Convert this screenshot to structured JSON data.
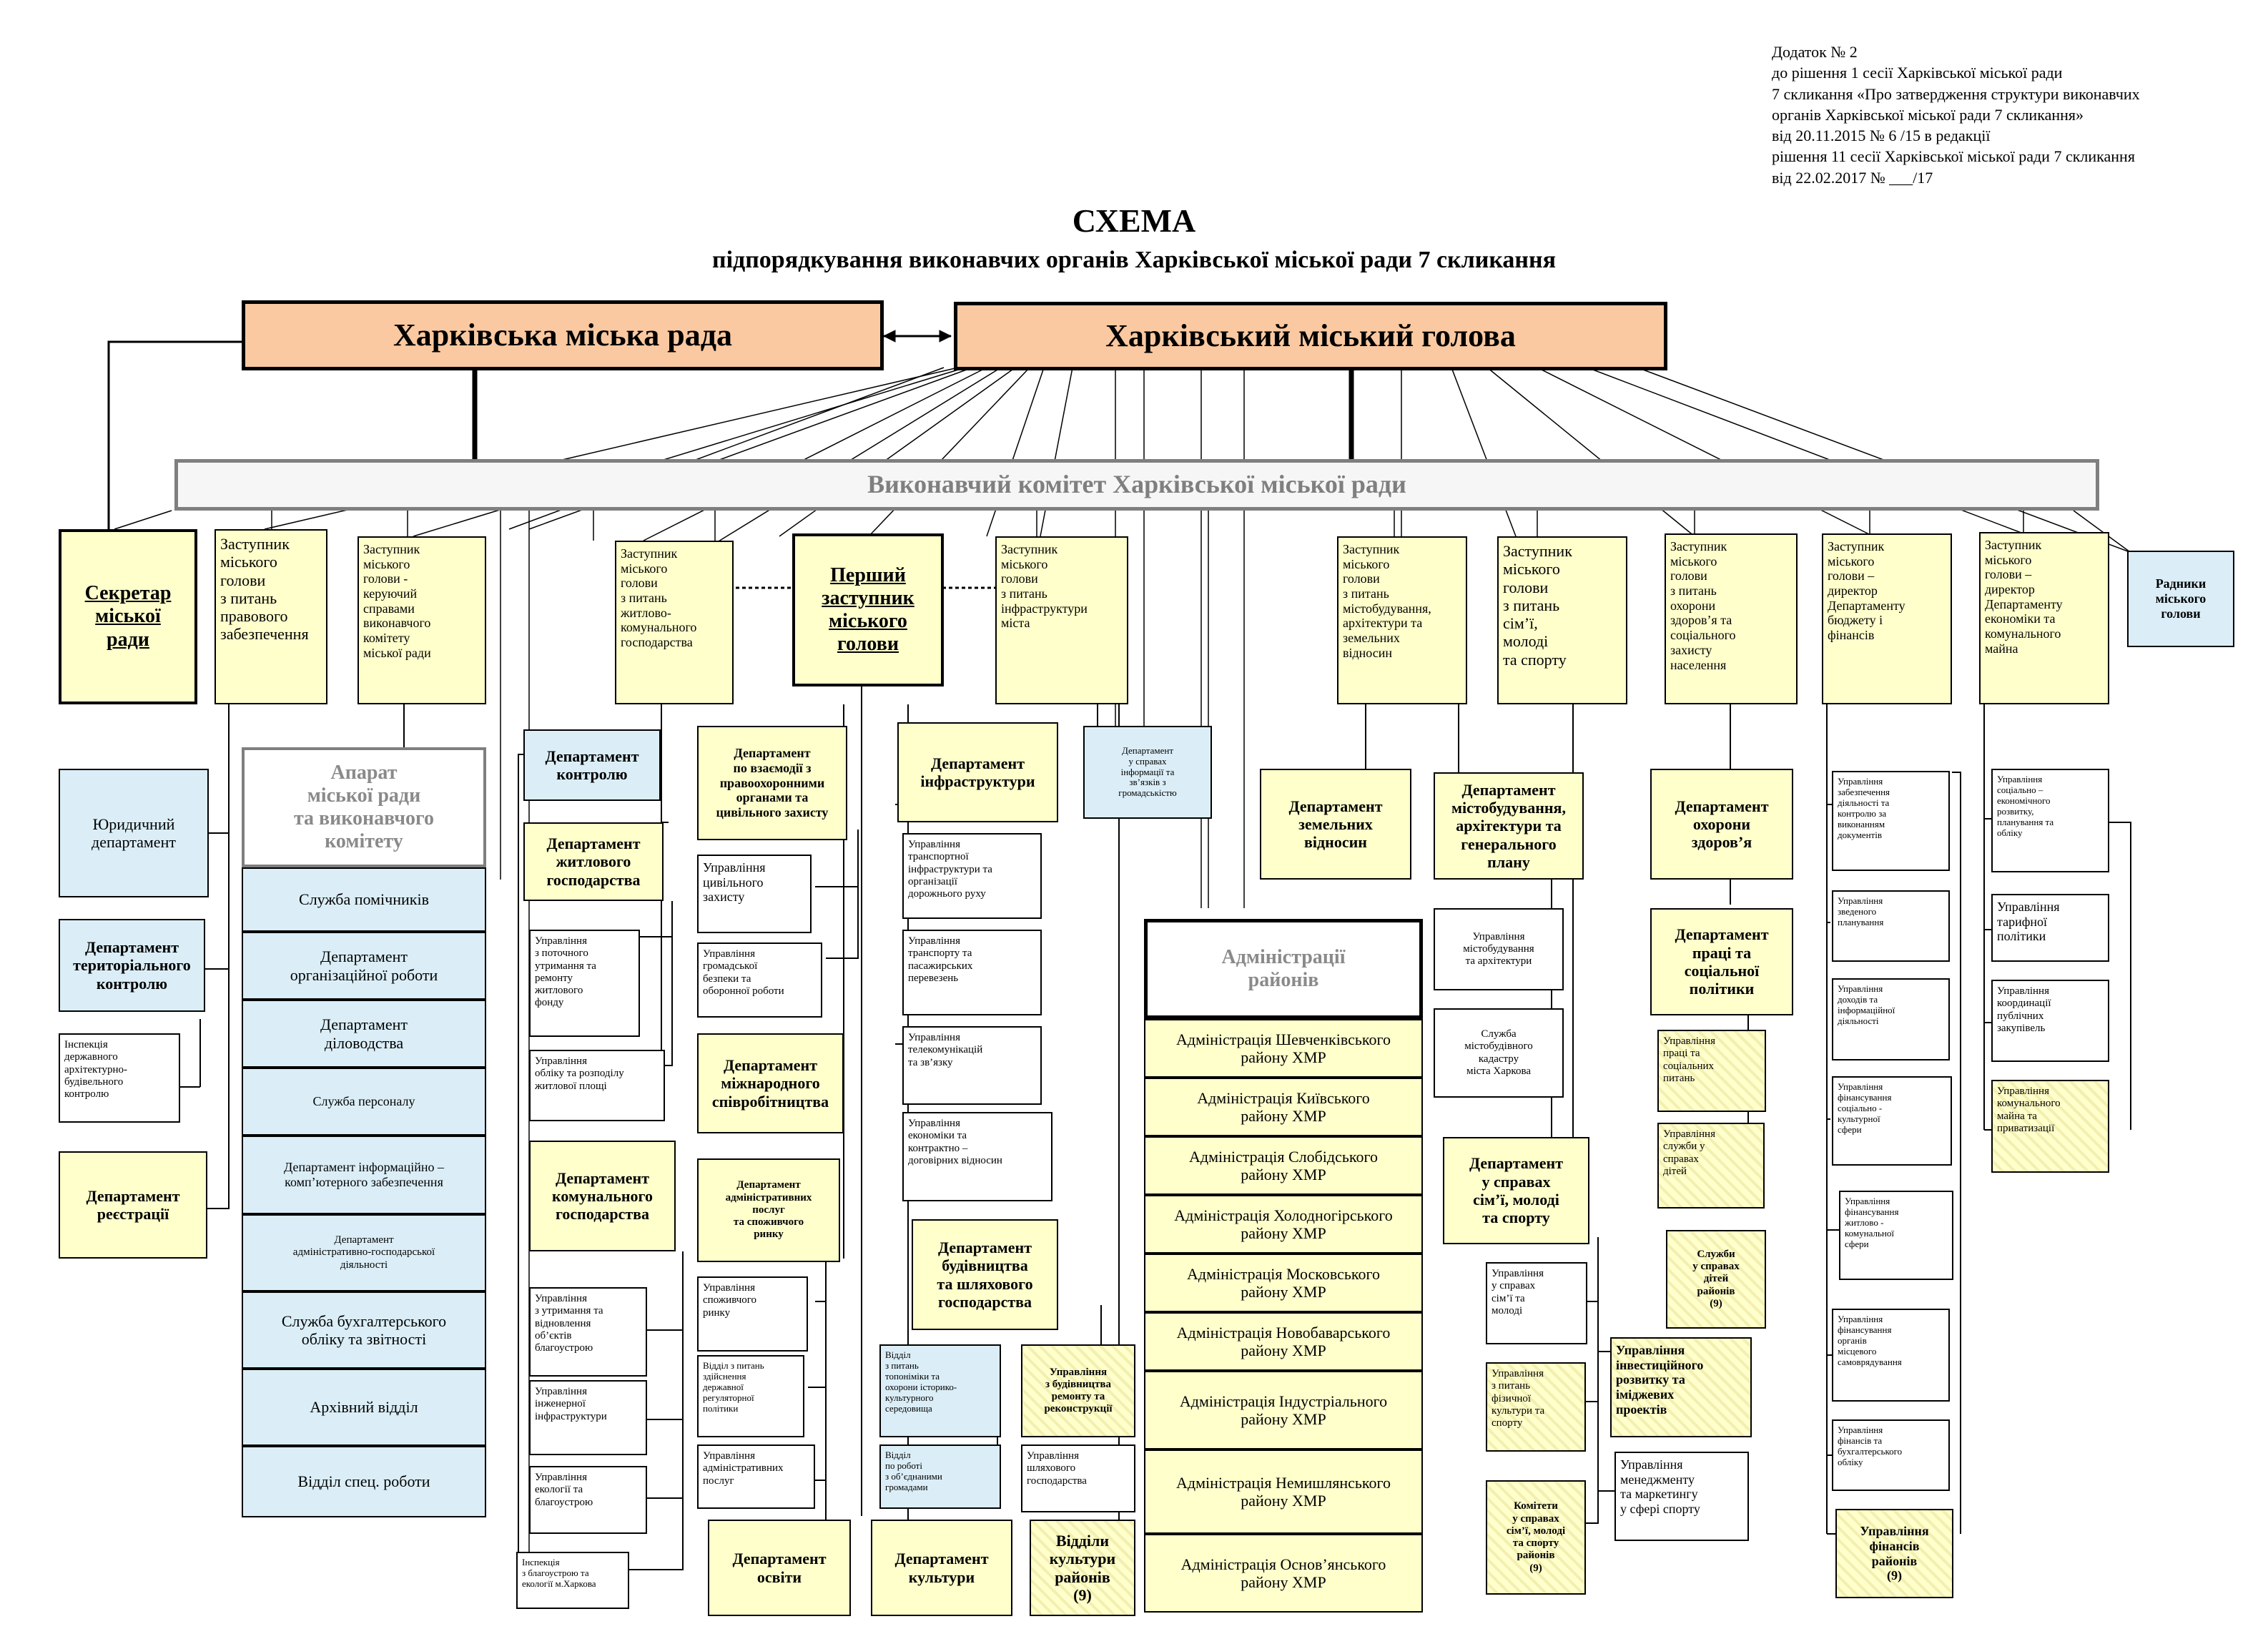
{
  "header_note": "Додаток № 2\nдо рішення 1 сесії Харківської міської ради\n7 скликання «Про затвердження структури виконавчих\nорганів Харківської міської ради 7 скликання»\nвід 20.11.2015 № 6 /15 в редакції\nрішення 11 сесії Харківської міської ради 7 скликання\nвід 22.02.2017 № ___/17",
  "title": "СХЕМА",
  "subtitle": "підпорядкування виконавчих органів Харківської міської ради 7 скликання",
  "top": {
    "council": "Харківська міська рада",
    "mayor": "Харківський міський голова",
    "executive_committee": "Виконавчий комітет Харківської міської ради"
  },
  "leaders": [
    "Секретар\nміської\nради",
    "Заступник\nміського\nголови\nз питань\nправового\nзабезпечення",
    "Заступник\nміського\nголови -\nкеруючий\nсправами\nвиконавчого\nкомітету\nміської ради",
    "Заступник\nміського\nголови\nз питань\nжитлово-\nкомунального\nгосподарства",
    "Перший\nзаступник\nміського\nголови",
    "Заступник\nміського\nголови\nз питань\nінфраструктури\nміста",
    "Заступник\nміського\nголови\nз питань\nмістобудування,\nархітектури та\nземельних\nвідносин",
    "Заступник\nміського\nголови\nз питань\nсім’ї,\nмолоді\nта спорту",
    "Заступник\nміського\nголови\nз питань\nохорони\nздоров’я та\nсоціального\nзахисту\nнаселення",
    "Заступник\nміського\nголови –\nдиректор\nДепартаменту\nбюджету і\nфінансів",
    "Заступник\nміського\nголови –\nдиректор\nДепартаменту\nекономіки та\nкомунального\nмайна",
    "Радники\nміського\nголови"
  ],
  "legal_units": [
    "Юридичний\nдепартамент",
    "Департамент\nтериторіального\nконтролю",
    "Інспекція\nдержавного\nархітектурно-\nбудівельного\nконтролю",
    "Департамент\nреєстрації"
  ],
  "apparatus": {
    "title": "Апарат\nміської ради\nта виконавчого\nкомітету",
    "items": [
      "Служба помічників",
      "Департамент\nорганізаційної роботи",
      "Департамент\nділоводства",
      "Служба персоналу",
      "Департамент інформаційно –\nкомп’ютерного забезпечення",
      "Департамент\nадміністративно-господарської\nдіяльності",
      "Служба бухгалтерського\nобліку та звітності",
      "Архівний відділ",
      "Відділ спец. роботи"
    ]
  },
  "housing": {
    "control": "Департамент\nконтролю",
    "housing_dept": "Департамент\nжитлового\nгосподарства",
    "housing_maint": "Управління\nз поточного\nутримання та\nремонту\nжитлового\nфонду",
    "housing_record": "Управління\nобліку та розподілу\nжитлової площі",
    "communal_dept": "Департамент\nкомунального\nгосподарства",
    "improve": "Управління\nз утримання та\nвідновлення\nоб’єктів\nблагоустрою",
    "engineering": "Управління\nінженерної\nінфраструктури",
    "ecology": "Управління\nекології та\nблагоустрою",
    "inspection": "Інспекція\nз благоустрою та\nекології м.Харкова"
  },
  "first_deputy": {
    "interaction": "Департамент\nпо взаємодії з\nправоохоронними\nорганами та\nцивільного захисту",
    "civil": "Управління\nцивільного\nзахисту",
    "security": "Управління\nгромадської\nбезпеки та\nоборонної роботи",
    "international": "Департамент\nміжнародного\nспівробітництва",
    "admin_services": "Департамент\nадміністративних\nпослуг\nта споживчого\nринку",
    "consumer": "Управління\nспоживчого\nринку",
    "regulatory": "Відділ з питань\nздійснення\nдержавної\nрегуляторної\nполітики",
    "admin_serv_mgmt": "Управління\nадміністративних\nпослуг",
    "education": "Департамент\nосвіти",
    "culture": "Департамент\nкультури",
    "culture_districts": "Відділи\nкультури\nрайонів\n(9)"
  },
  "infrastructure": {
    "dept": "Департамент\nінфраструктури",
    "transport_infra": "Управління\nтранспортної\nінфраструктури та\nорганізації\nдорожнього руху",
    "transport": "Управління\nтранспорту та\nпасажирських\nперевезень",
    "telecom": "Управління\nтелекомунікацій\nта зв’язку",
    "economics": "Управління\nекономіки та\nконтрактно –\nдоговірних відносин",
    "info_dept": "Департамент\nу справах\nінформації та\nзв’язків з\nгромадськістю",
    "construction": "Департамент\nбудівництва\nта шляхового\nгосподарства",
    "toponymy": "Відділ\nз питань\nтопоніміки та\nохорони історико-\nкультурного\nсередовища",
    "communities": "Відділ\nпо роботі\nз об’єднаними\nгромадами",
    "repair": "Управління\nз будівництва\nремонту та\nреконструкції",
    "roads": "Управління\nшляхового\nгосподарства"
  },
  "districts": {
    "title": "Адміністрації\nрайонів",
    "items": [
      "Адміністрація Шевченківського\nрайону ХМР",
      "Адміністрація Київського\nрайону ХМР",
      "Адміністрація Слобідського\nрайону ХМР",
      "Адміністрація Холодногірського\nрайону ХМР",
      "Адміністрація Московського\nрайону ХМР",
      "Адміністрація Новобаварського\nрайону ХМР",
      "Адміністрація Індустріального\nрайону ХМР",
      "Адміністрація Немишлянського\nрайону ХМР",
      "Адміністрація Основ’янського\nрайону ХМР"
    ]
  },
  "urban": {
    "land": "Департамент\nземельних\nвідносин",
    "urban_dept": "Департамент\nмістобудування,\nархітектури та\nгенерального\nплану",
    "urban_mgmt": "Управління\nмістобудування\nта архітектури",
    "cadastre": "Служба\nмістобудівного\nкадастру\nміста Харкова"
  },
  "family": {
    "dept": "Департамент\nу справах\nсім’ї, молоді\nта спорту",
    "family_mgmt": "Управління\nу справах\nсім’ї та\nмолоді",
    "sport_mgmt": "Управління\nз питань\nфізичної\nкультури та\nспорту",
    "committees": "Комітети\nу справах\nсім’ї, молоді\nта спорту\nрайонів\n(9)",
    "investment": "Управління\nінвестиційного\nрозвитку та\nіміджевих\nпроектів",
    "marketing": "Управління\nменеджменту\nта маркетингу\nу сфері спорту"
  },
  "health": {
    "health_dept": "Департамент\nохорони\nздоров’я",
    "labor_dept": "Департамент\nпраці та\nсоціальної\nполітики",
    "labor_mgmt": "Управління\nпраці та\nсоціальних\nпитань",
    "children_mgmt": "Управління\nслужби у\nсправах\nдітей",
    "children_services": "Служби\nу справах\nдітей\nрайонів\n(9)"
  },
  "finance": [
    "Управління\nзабезпечення\nдіяльності та\nконтролю за\nвиконанням\nдокументів",
    "Управління\nзведеного\nпланування",
    "Управління\nдоходів та\nінформаційної\nдіяльності",
    "Управління\nфінансування\nсоціально -\nкультурної\nсфери",
    "Управління\nфінансування\nжитлово -\nкомунальної\nсфери",
    "Управління\nфінансування\nорганів\nмісцевого\nсамоврядування",
    "Управління\nфінансів та\nбухгалтерського\nобліку",
    "Управління\nфінансів\nрайонів\n(9)"
  ],
  "economy": [
    "Управління\nсоціально –\nекономічного\nрозвитку,\nпланування та\nобліку",
    "Управління\nтарифної\nполітики",
    "Управління\nкоординації\nпублічних\nзакупівель",
    "Управління\nкомунального\nмайна та\nприватизації"
  ]
}
